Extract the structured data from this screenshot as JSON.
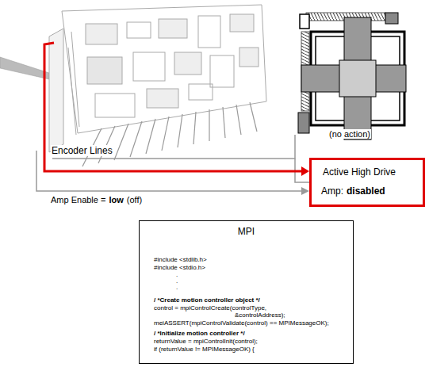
{
  "diagram": {
    "nodes": [
      {
        "text": [
          "Active High Drive",
          "Amp:",
          "disabled"
        ]
      },
      {
        "text": [
          "MPI",
          "#include <stdlib.h>",
          "#include <stdio.h>",
          ".",
          ".",
          ".",
          "/ *Create motion controller object */",
          "control = mpiControlCreate(controlType,",
          "&controlAddress);",
          "meiASSERT(mpiControlValidate(control) == MPIMessageOK);",
          "/ *Initialize motion controller */",
          "returnValue = mpiControlInit(control);",
          "if (returnValue != MPIMessageOK)  {"
        ]
      }
    ],
    "labels": [
      "(no action)",
      "Encoder Lines",
      "Amp Enable =",
      "low",
      "(off)"
    ]
  }
}
